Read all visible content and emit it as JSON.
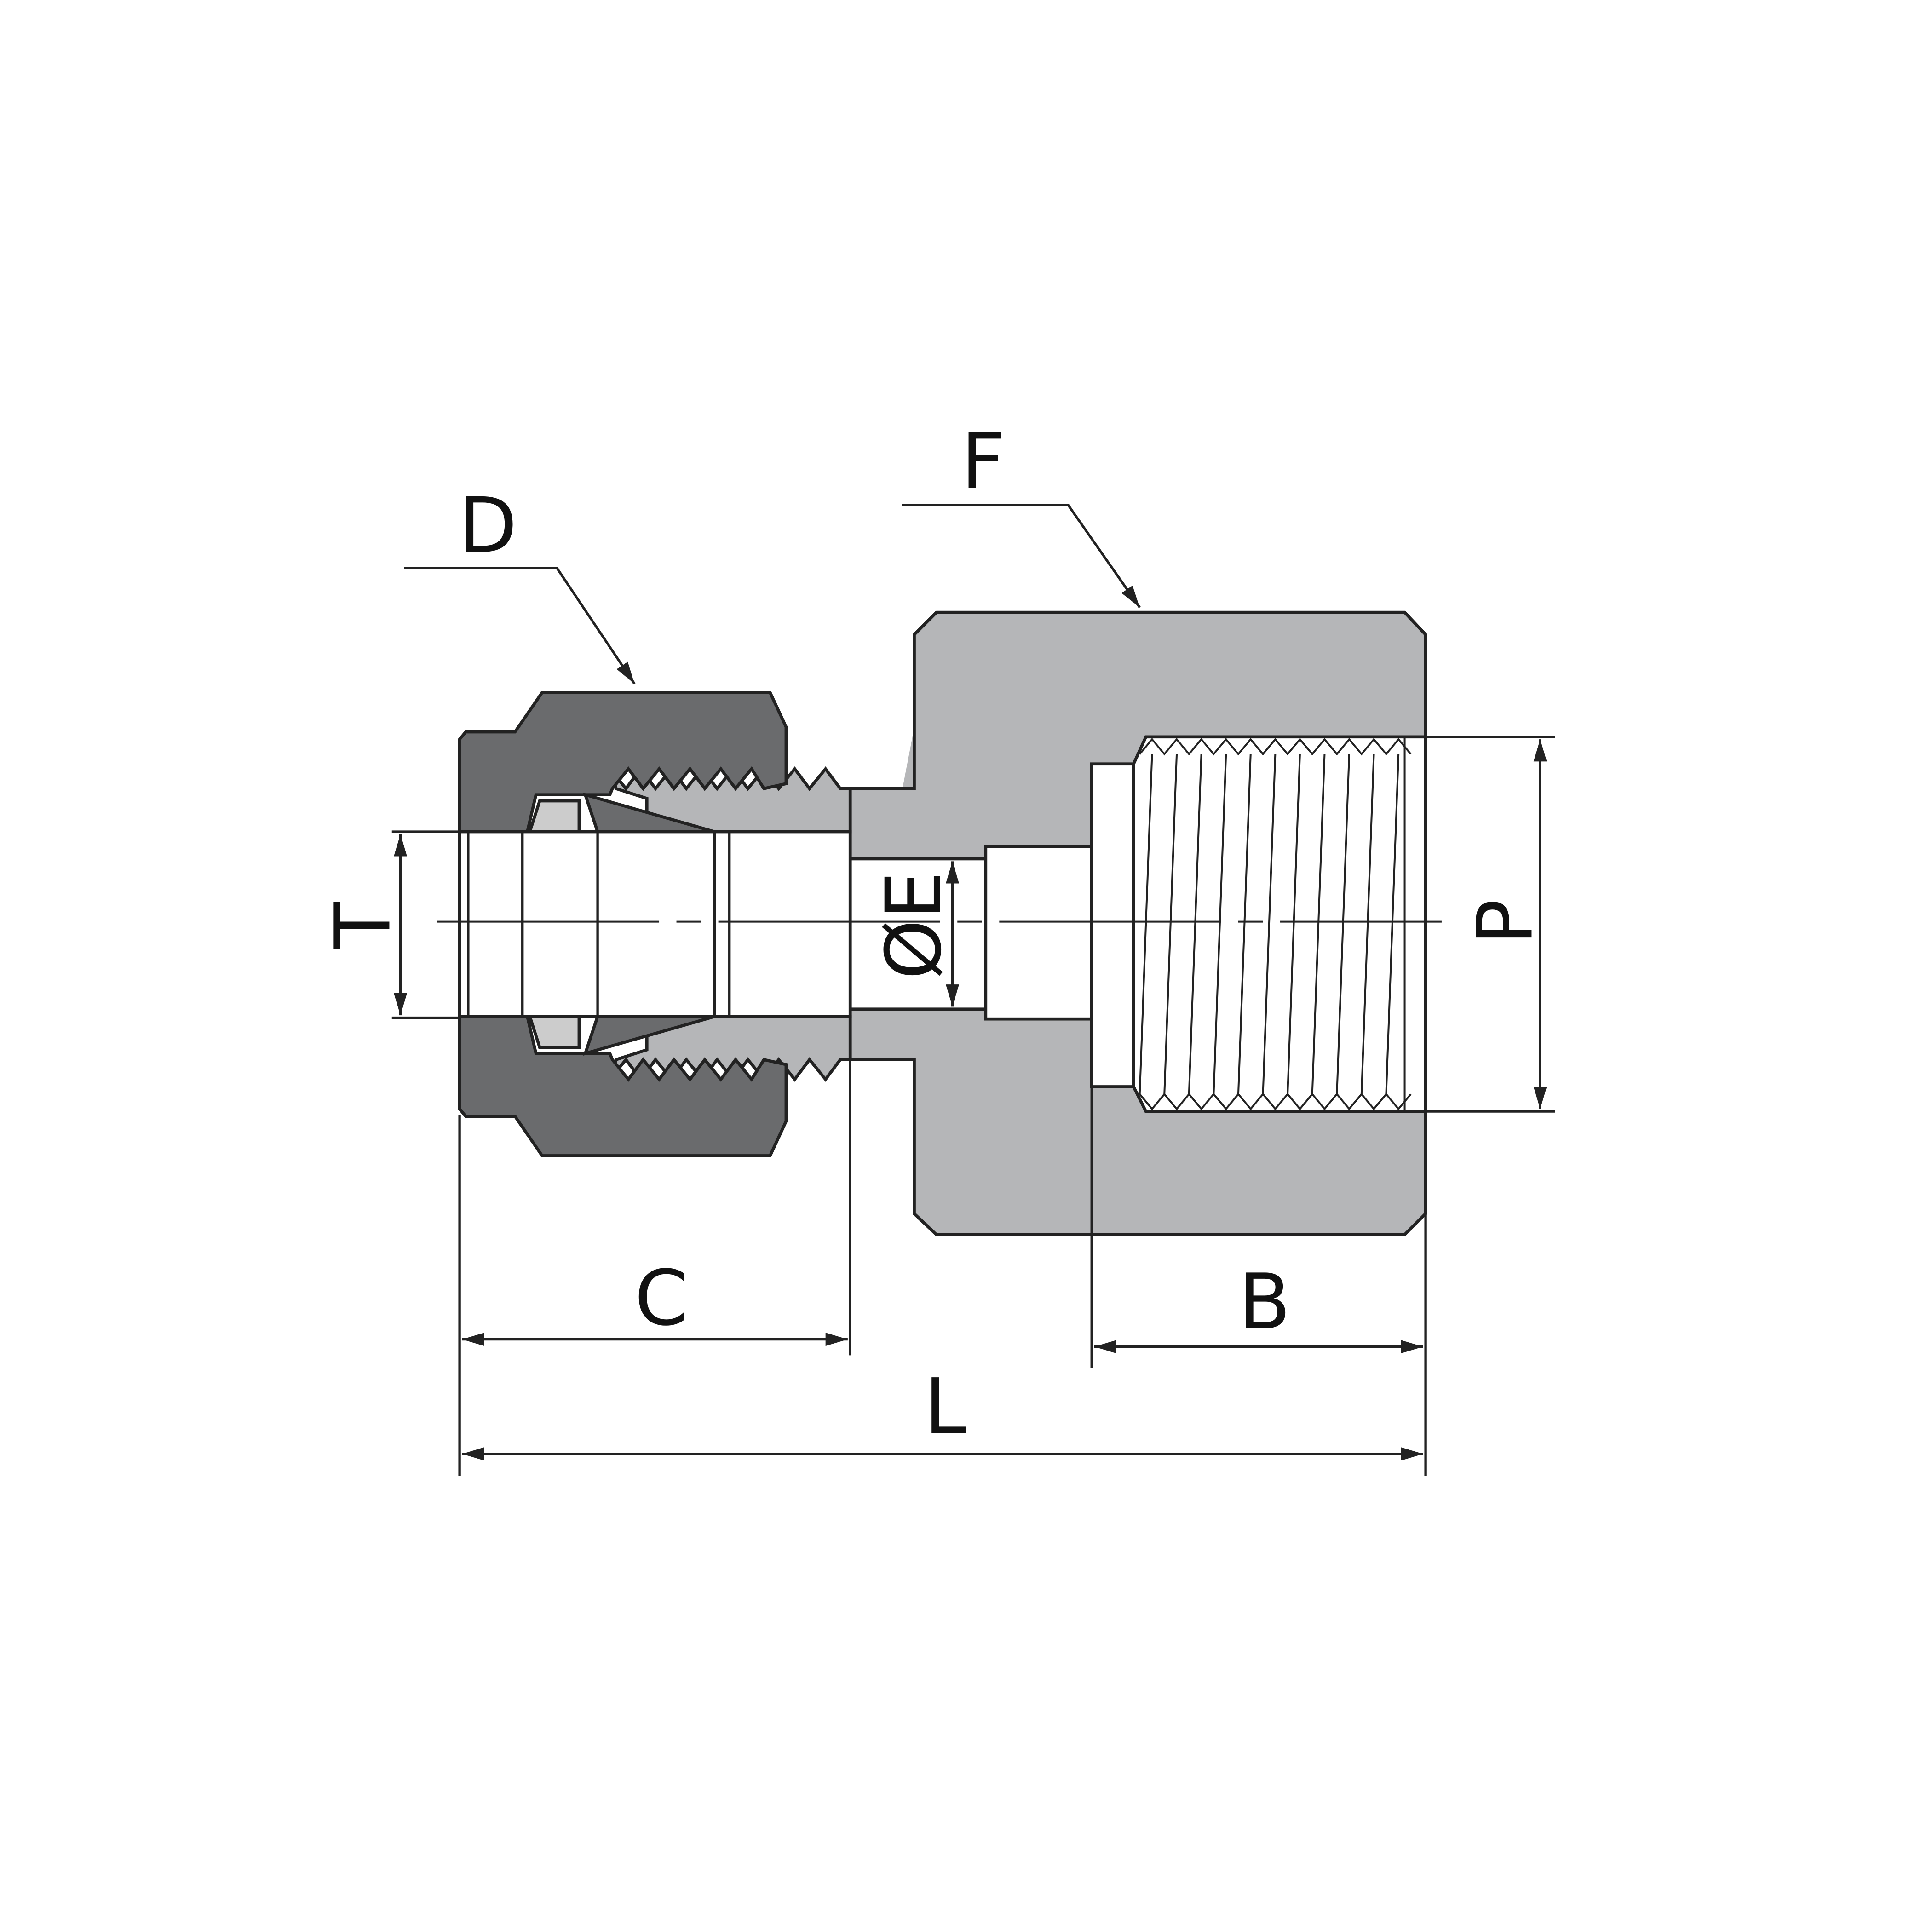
{
  "title": "Female connector dimension drawing",
  "labels": {
    "nut": "D",
    "body": "F",
    "tube_od": "T",
    "bore": "ØE",
    "pipe_thread": "P",
    "nut_length": "C",
    "thread_length": "B",
    "overall_length": "L"
  },
  "colors": {
    "nut": "#6a6b6d",
    "body": "#b5b6b8",
    "line": "#222222",
    "background": "#ffffff"
  }
}
